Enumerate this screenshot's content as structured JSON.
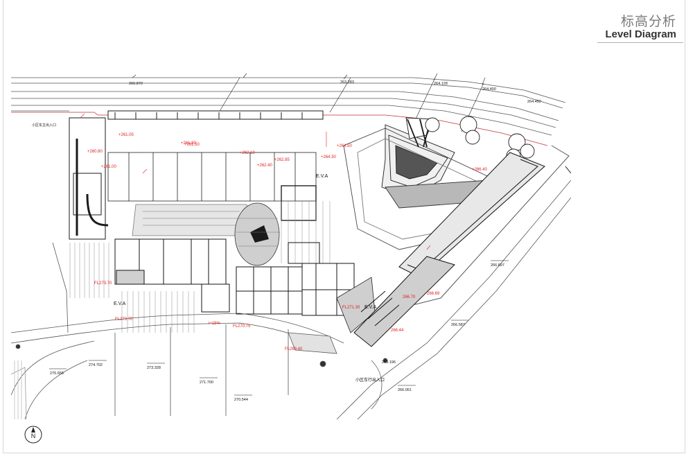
{
  "header": {
    "title_cn": "标高分析",
    "title_en": "Level Diagram"
  },
  "north_arrow": {
    "label": "N"
  },
  "plan": {
    "elevation_labels": [
      "+261.05",
      "+261.00",
      "+261.80",
      "+262.10",
      "+262.40",
      "+262.85",
      "+264.30",
      "+264.50",
      "+266.40",
      "+261.50",
      "+260.80",
      "FL273.70",
      "FL273.70",
      "FL270.75",
      "FL269.40",
      "FL271.30",
      "266.70",
      "266.69",
      "266.44",
      "i=15%"
    ],
    "survey_points": [
      "260.870",
      "263.283",
      "264.128",
      "264.400",
      "264.452",
      "266.697",
      "266.587",
      "275.655",
      "274.702",
      "273.328",
      "271.700",
      "270.544",
      "266.051",
      "263.196"
    ],
    "zone_labels": [
      "E.V.A",
      "E.V.A",
      "E.V.A"
    ],
    "entrance_label": "小区东主出入口",
    "gate_label": "小区车行出入口"
  },
  "colors": {
    "linework": "#1a1a1a",
    "elevation": "#e02020",
    "road": "#6a6a6a"
  }
}
